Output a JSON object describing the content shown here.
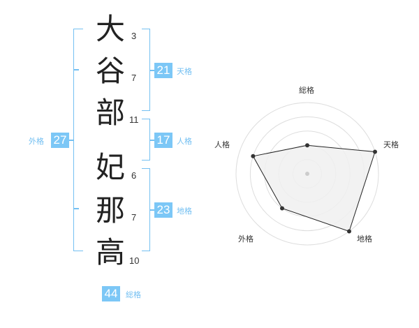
{
  "name_chars": [
    {
      "char": "大",
      "strokes": "3"
    },
    {
      "char": "谷",
      "strokes": "7"
    },
    {
      "char": "部",
      "strokes": "11"
    },
    {
      "char": "妃",
      "strokes": "6"
    },
    {
      "char": "那",
      "strokes": "7"
    },
    {
      "char": "高",
      "strokes": "10"
    }
  ],
  "kaku": {
    "tenkaku": {
      "value": "21",
      "label": "天格"
    },
    "jinkaku": {
      "value": "17",
      "label": "人格"
    },
    "chikaku": {
      "value": "23",
      "label": "地格"
    },
    "gaikaku": {
      "value": "27",
      "label": "外格"
    },
    "soukaku": {
      "value": "44",
      "label": "総格"
    }
  },
  "radar": {
    "labels": {
      "top": "総格",
      "upper_right": "天格",
      "lower_right": "地格",
      "lower_left": "外格",
      "upper_left": "人格"
    },
    "scores": {
      "総格": 0.4,
      "天格": 1.0,
      "地格": 1.0,
      "外格": 0.6,
      "人格": 0.8
    },
    "rings": 5,
    "colors": {
      "fill": "#f0f0f0",
      "line": "#222222",
      "grid": "#dddddd",
      "dot": "#333333"
    }
  }
}
